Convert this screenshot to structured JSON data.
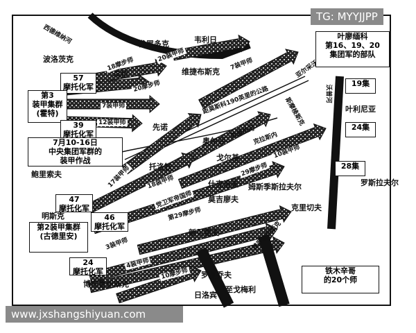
{
  "watermarks": {
    "top": "TG: MYYJJPP",
    "bottom": "www.jxshangshiyuan.com"
  },
  "legend": {
    "title_date": "7月10-16日",
    "title_l1": "中央集团军群的",
    "title_l2": "装甲作战"
  },
  "groups": {
    "panzer3": {
      "l1": "第3",
      "l2": "装甲集群",
      "l3": "(霍特)"
    },
    "panzer2": {
      "l1": "第2装甲集群",
      "l2": "(古德里安)"
    },
    "corps57": {
      "n": "57",
      "t": "摩托化军"
    },
    "corps39": {
      "n": "39",
      "t": "摩托化军"
    },
    "corps47": {
      "n": "47",
      "t": "摩托化军"
    },
    "corps46": {
      "n": "46",
      "t": "摩托化军"
    },
    "corps24": {
      "n": "24",
      "t": "摩托化军"
    },
    "yeremenko": {
      "l1": "叶廖缅科",
      "l2": "第16、19、20",
      "l3": "集团军的部队"
    },
    "timoshenko": {
      "l1": "铁木辛哥",
      "l2": "的20个师"
    },
    "army19": "19集",
    "army24": "24集",
    "army28": "28集"
  },
  "places": [
    "波洛茨克",
    "戈罗多克",
    "韦利日",
    "乌拉",
    "维捷布斯克",
    "先诺",
    "亚尔采沃",
    "叶利尼亚",
    "第聂伯河",
    "奥尔沙",
    "戈尔基",
    "克拉斯内",
    "斯摩棱斯克",
    "沃普河",
    "鲍里索夫",
    "托洛钦",
    "什克洛夫",
    "莫吉廖夫",
    "明斯克",
    "新贝霍夫",
    "博布鲁伊斯克",
    "罗加乔夫",
    "日洛宾",
    "至戈梅利",
    "姆斯季斯拉夫尔",
    "罗斯拉夫尔",
    "克里切夫",
    "普罗波伊斯克",
    "西德维纳河",
    "距莫斯科190英里的公路"
  ],
  "divisions": [
    "18摩步师",
    "20装甲师",
    "20摩步师",
    "7装甲师",
    "12装甲师",
    "17装甲师",
    "18装甲师",
    "党卫军帝国师",
    "第29摩步师",
    "3装甲师",
    "4装甲师",
    "10摩步师",
    "10装甲师",
    "29摩步师",
    "7装甲师"
  ]
}
